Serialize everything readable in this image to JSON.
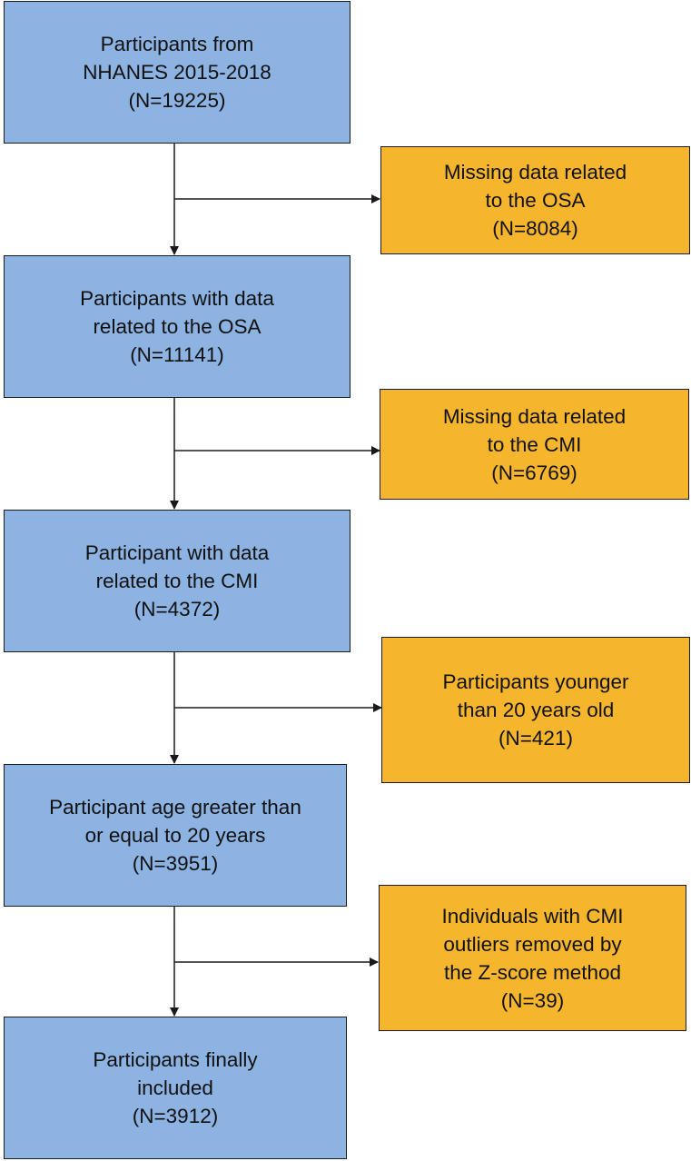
{
  "colors": {
    "main_box": "#8db3e2",
    "exclusion_box": "#f5b52d",
    "line": "#1a1a1a"
  },
  "main_steps": [
    {
      "lines": [
        "Participants from",
        "NHANES 2015-2018",
        "(N=19225)"
      ]
    },
    {
      "lines": [
        "Participants with data",
        "related to the OSA",
        "(N=11141)"
      ]
    },
    {
      "lines": [
        "Participant with data",
        "related to the CMI",
        "(N=4372)"
      ]
    },
    {
      "lines": [
        "Participant age greater than",
        "or equal to 20 years",
        "(N=3951)"
      ]
    },
    {
      "lines": [
        "Participants finally",
        "included",
        "(N=3912)"
      ]
    }
  ],
  "exclusions": [
    {
      "lines": [
        "Missing data related",
        "to the OSA",
        "(N=8084)"
      ]
    },
    {
      "lines": [
        "Missing data related",
        "to the CMI",
        "(N=6769)"
      ]
    },
    {
      "lines": [
        "Participants younger",
        "than 20 years old",
        "(N=421)"
      ]
    },
    {
      "lines": [
        "Individuals with CMI",
        "outliers removed by",
        "the Z-score method",
        "(N=39)"
      ]
    }
  ]
}
